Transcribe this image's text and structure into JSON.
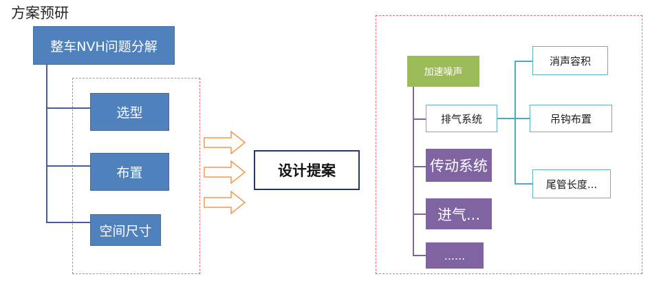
{
  "title": "方案预研",
  "left": {
    "root_label": "整车NVH问题分解",
    "items": [
      "选型",
      "布置",
      "空间尺寸"
    ]
  },
  "proposal_label": "设计提案",
  "right": {
    "root_label": "加速噪声",
    "exhaust_label": "排气系统",
    "exhaust_items": [
      "消声容积",
      "吊钩布置",
      "尾管长度..."
    ],
    "other_items": [
      "传动系统",
      "进气...",
      "......"
    ]
  },
  "colors": {
    "blue": "#4f81bd",
    "green": "#9bbb59",
    "purple": "#8064a2",
    "teal": "#4aacc6",
    "dashed_red": "#ff6b6b",
    "arrow_orange": "#f79646"
  }
}
